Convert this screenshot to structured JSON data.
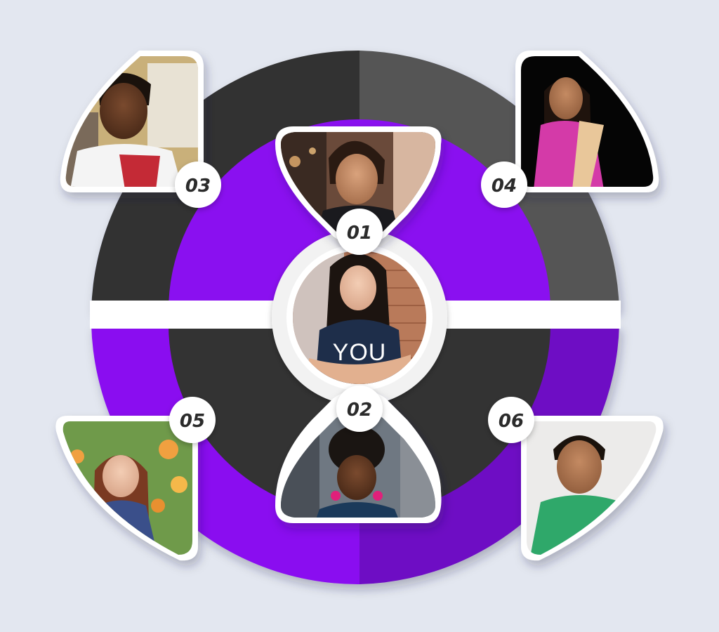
{
  "colors": {
    "background": "#e3e7f0",
    "purple": "#8a10f0",
    "purple_dark": "#6e0bc4",
    "dark": "#333333",
    "dark_light": "#555555",
    "white": "#ffffff"
  },
  "center": {
    "label": "YOU",
    "photo": "woman-arms-crossed-brick-wall-photo"
  },
  "people": [
    {
      "id": "01",
      "photo": "man-curly-hair-kitchen-photo"
    },
    {
      "id": "02",
      "photo": "woman-smiling-colorful-earrings-photo"
    },
    {
      "id": "03",
      "photo": "man-dreadlocks-apron-photo"
    },
    {
      "id": "04",
      "photo": "woman-pink-sari-photo"
    },
    {
      "id": "05",
      "photo": "woman-flowers-background-photo"
    },
    {
      "id": "06",
      "photo": "man-green-tshirt-photo"
    }
  ]
}
